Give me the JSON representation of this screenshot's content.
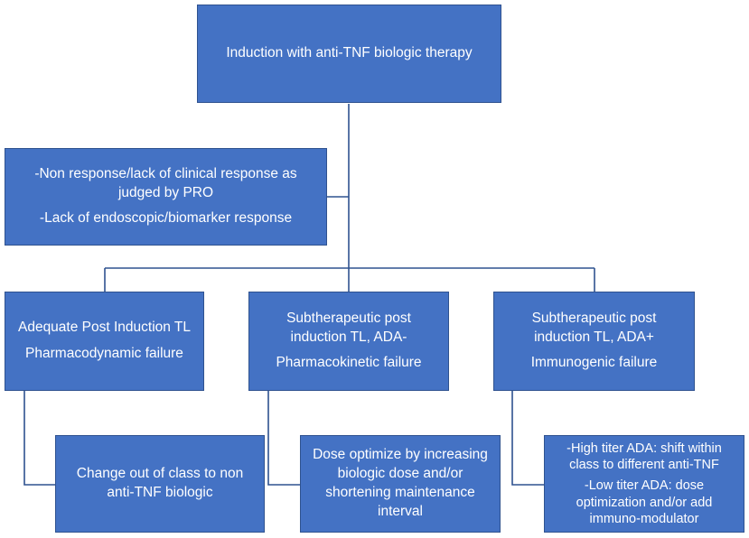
{
  "root": {
    "label": "Induction with anti-TNF biologic therapy"
  },
  "criteria": {
    "line1": "-Non response/lack of clinical response as",
    "line2": "judged by PRO",
    "line3": "-Lack of endoscopic/biomarker response"
  },
  "branches": [
    {
      "line1": "Adequate Post Induction TL",
      "line2": "Pharmacodynamic failure",
      "action": [
        "Change out of class to non",
        "anti-TNF biologic"
      ]
    },
    {
      "line1": "Subtherapeutic post",
      "line2": "induction TL, ADA-",
      "line3": "Pharmacokinetic failure",
      "action": [
        "Dose optimize by increasing",
        "biologic dose and/or",
        "shortening maintenance",
        "interval"
      ]
    },
    {
      "line1": "Subtherapeutic post",
      "line2": "induction TL, ADA+",
      "line3": "Immunogenic failure",
      "action": [
        "-High titer ADA: shift within",
        "class to different anti-TNF",
        "-Low titer ADA: dose",
        "optimization and/or add",
        "immuno-modulator"
      ]
    }
  ],
  "colors": {
    "box_fill": "#4472c4",
    "box_border": "#2f528f",
    "connector": "#2f528f",
    "text": "#ffffff"
  }
}
